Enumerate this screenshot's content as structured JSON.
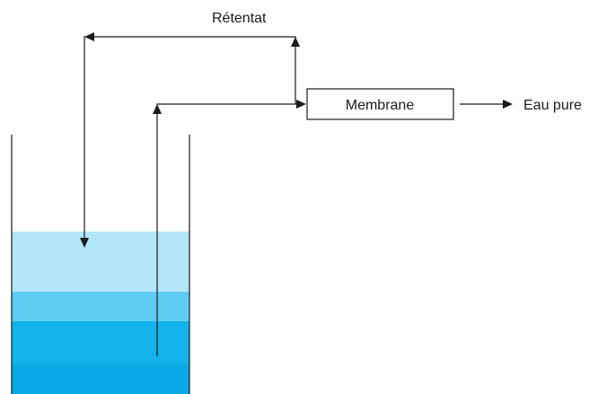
{
  "labels": {
    "retentate": "Rétentat",
    "membrane": "Membrane",
    "pure_water": "Eau pure"
  },
  "colors": {
    "line": "#1a1a1a",
    "water_light": "#b3e5f8",
    "water_mid": "#5fcdf3",
    "water_dark": "#12b2ec",
    "water_deep": "#0aa9e6"
  }
}
